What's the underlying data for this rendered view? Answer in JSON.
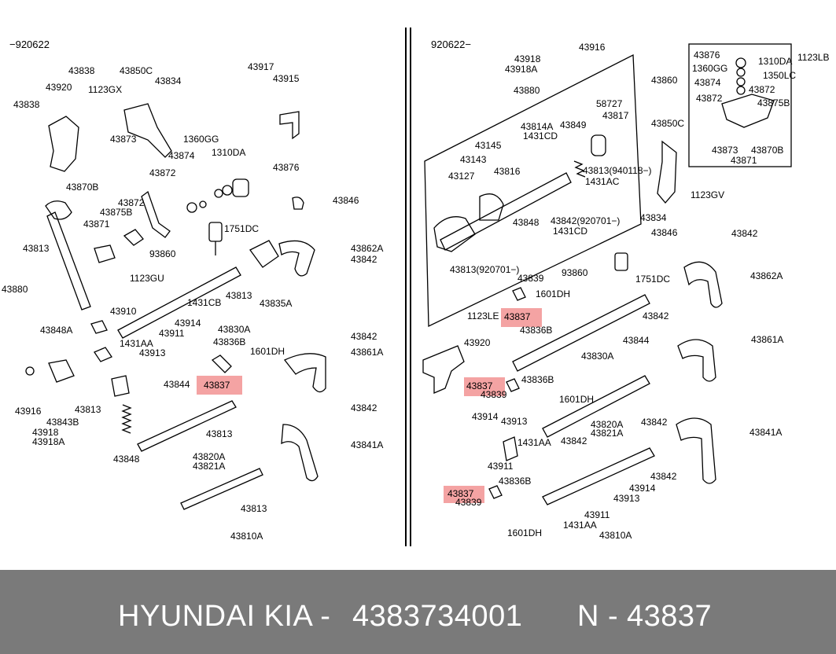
{
  "diagram": {
    "left_panel_code": "−920622",
    "right_panel_code": "920622−",
    "highlight_color": "#f4a3a3",
    "left_labels": [
      "43838",
      "43850C",
      "43834",
      "43917",
      "43915",
      "43920",
      "1123GX",
      "43838",
      "43873",
      "1360GG",
      "43874",
      "1310DA",
      "43876",
      "43872",
      "43870B",
      "43872",
      "43875B",
      "43846",
      "43871",
      "1751DC",
      "43862A",
      "43813",
      "93860",
      "43842",
      "1123GU",
      "43880",
      "43835A",
      "1431CB",
      "43813",
      "43910",
      "43914",
      "43830A",
      "43848A",
      "1431AA",
      "43911",
      "43913",
      "43836B",
      "1601DH",
      "43842",
      "43861A",
      "43844",
      "43837",
      "43916",
      "43843B",
      "43813",
      "43918",
      "43918A",
      "43842",
      "43841A",
      "43848",
      "43813",
      "43820A",
      "43821A",
      "43813",
      "43810A"
    ],
    "right_labels": [
      "43916",
      "43918",
      "43918A",
      "43876",
      "1310DA",
      "1123LB",
      "43880",
      "43860",
      "1360GG",
      "1350LC",
      "43874",
      "43872",
      "43872",
      "43875B",
      "43873",
      "43870B",
      "43871",
      "58727",
      "43817",
      "43814A",
      "43849",
      "1431CD",
      "43850C",
      "43145",
      "43143",
      "43816",
      "43127",
      "43813(940118−)",
      "1431AC",
      "1123GV",
      "43834",
      "43842(920701−)",
      "43848",
      "1431CD",
      "43846",
      "43842",
      "43813(920701−)",
      "43839",
      "93860",
      "1751DC",
      "43862A",
      "1601DH",
      "1123LE",
      "43837",
      "43836B",
      "43842",
      "43844",
      "43861A",
      "43830A",
      "43920",
      "43836B",
      "43837",
      "43839",
      "1601DH",
      "43820A",
      "43821A",
      "43842",
      "43841A",
      "43914",
      "43913",
      "1431AA",
      "43842",
      "43911",
      "43836B",
      "43837",
      "43839",
      "43842",
      "43914",
      "43913",
      "43911",
      "1601DH",
      "1431AA",
      "43810A"
    ]
  },
  "footer": {
    "brand": "HYUNDAI  KIA -",
    "part_number": "4383734001",
    "ref_prefix": "N -",
    "ref_number": "43837"
  }
}
